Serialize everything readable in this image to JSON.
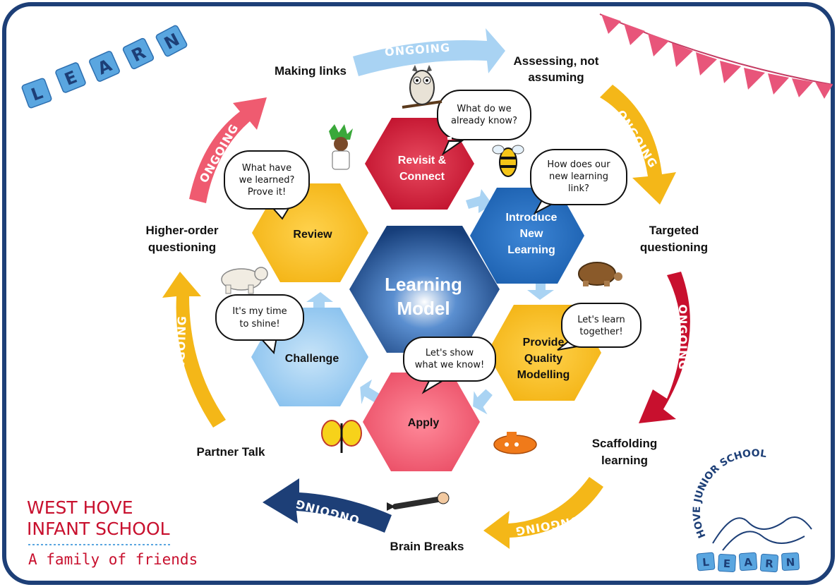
{
  "center": {
    "line1": "Learning",
    "line2": "Model"
  },
  "hexagons": [
    {
      "id": "revisit",
      "lines": [
        "Revisit &",
        "Connect"
      ],
      "color": "#c8102e"
    },
    {
      "id": "introduce",
      "lines": [
        "Introduce",
        "New",
        "Learning"
      ],
      "color": "#1f6cc0"
    },
    {
      "id": "provide",
      "lines": [
        "Provide",
        "Quality",
        "Modelling"
      ],
      "color": "#f5b815"
    },
    {
      "id": "apply",
      "lines": [
        "Apply"
      ],
      "color": "#ef5b70"
    },
    {
      "id": "challenge",
      "lines": [
        "Challenge"
      ],
      "color": "#8ec6f0"
    },
    {
      "id": "review",
      "lines": [
        "Review"
      ],
      "color": "#f5b815"
    }
  ],
  "bubbles": {
    "revisit": [
      "What do we",
      "already know?"
    ],
    "introduce": [
      "How does our",
      "new learning",
      "link?"
    ],
    "provide": [
      "Let's learn",
      "together!"
    ],
    "apply": [
      "Let's show",
      "what we know!"
    ],
    "challenge": [
      "It's my time",
      "to shine!"
    ],
    "review": [
      "What have",
      "we learned?",
      "Prove it!"
    ]
  },
  "outer_labels": {
    "making_links": "Making links",
    "assessing": [
      "Assessing, not",
      "assuming"
    ],
    "targeted": [
      "Targeted",
      "questioning"
    ],
    "scaffolding": [
      "Scaffolding",
      "learning"
    ],
    "brain_breaks": "Brain Breaks",
    "partner_talk": "Partner Talk",
    "higher_order": [
      "Higher-order",
      "questioning"
    ]
  },
  "ongoing_label": "ONGOING",
  "learn_tiles": [
    "L",
    "E",
    "A",
    "R",
    "N"
  ],
  "logos": {
    "west_hove_line1": "WEST HOVE",
    "west_hove_line2": "INFANT SCHOOL",
    "west_hove_tagline": "A family of friends",
    "hove_junior": "HOVE JUNIOR SCHOOL"
  },
  "colors": {
    "frame": "#1d3f77",
    "ongoing_light_blue": "#a9d3f3",
    "ongoing_yellow": "#f4b718",
    "ongoing_red": "#c8102e",
    "ongoing_dark_blue": "#1d3f77",
    "ongoing_pink": "#ef5b70",
    "bunting": "#e8557a",
    "tile": "#5aa6e0",
    "west_hove_red": "#c8102e"
  }
}
